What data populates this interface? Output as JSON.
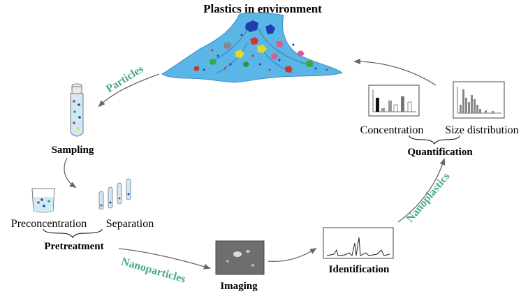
{
  "title": "Plastics in environment",
  "steps": {
    "sampling": "Sampling",
    "preconcentration": "Preconcentration",
    "separation": "Separation",
    "pretreatment": "Pretreatment",
    "imaging": "Imaging",
    "identification": "Identification",
    "concentration": "Concentration",
    "size_distribution": "Size distribution",
    "quantification": "Quantification"
  },
  "flow_labels": {
    "particles": "Particles",
    "nanoparticles": "Nanoparticles",
    "nanoplastics": "Nanoplastics"
  },
  "colors": {
    "water": "#5bb6e8",
    "flow_label": "#4aa98a",
    "arrow": "#666666"
  },
  "icons": {
    "environment": "water-body-with-plastic-fragments",
    "sampling": "sample-tube-icon",
    "preconcentration": "beaker-icon",
    "separation": "test-tubes-icon",
    "imaging": "microscope-image-icon",
    "identification": "spectrum-icon",
    "concentration": "bar-chart-icon",
    "size_distribution": "histogram-icon"
  }
}
